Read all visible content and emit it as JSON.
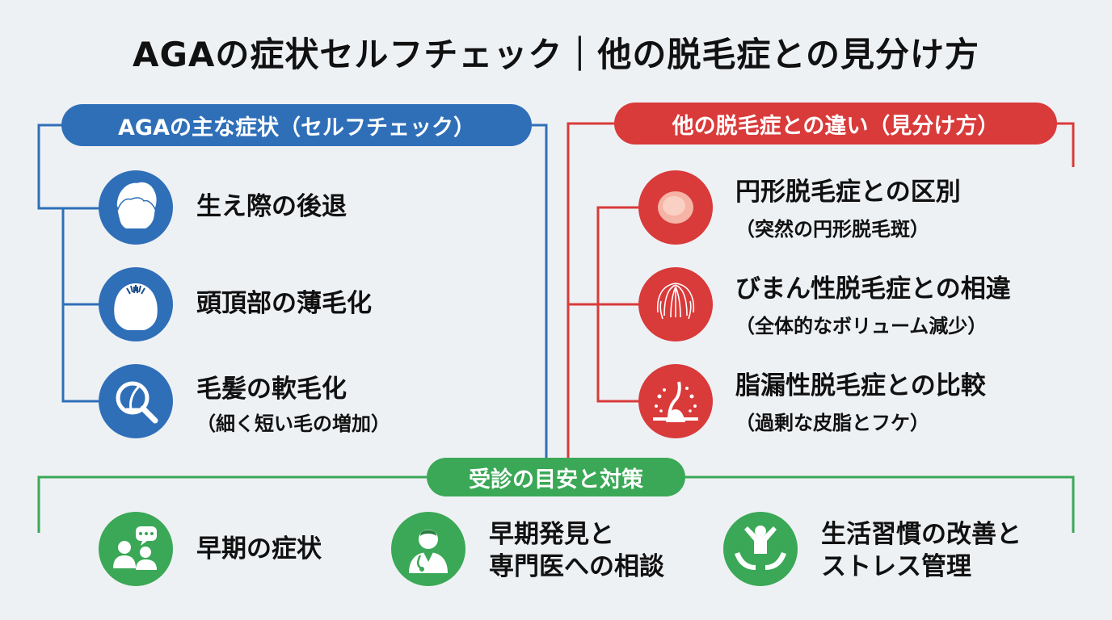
{
  "title": "AGAの症状セルフチェック｜他の脱毛症との見分け方",
  "left_section": {
    "heading": "AGAの主な症状（セルフチェック）",
    "items": [
      {
        "label": "生え際の後退",
        "icon": "hair-head-icon"
      },
      {
        "label": "頭頂部の薄毛化",
        "icon": "crown-thinning-icon"
      },
      {
        "label": "毛髪の軟毛化",
        "sub": "（細く短い毛の増加）",
        "icon": "magnifier-hair-icon"
      }
    ]
  },
  "right_section": {
    "heading": "他の脱毛症との違い（見分け方）",
    "items": [
      {
        "label": "円形脱毛症との区別",
        "sub": "（突然の円形脱毛斑）",
        "icon": "bald-patch-icon"
      },
      {
        "label": "びまん性脱毛症との相違",
        "sub": "（全体的なボリューム減少）",
        "icon": "diffuse-hair-icon"
      },
      {
        "label": "脂漏性脱毛症との比較",
        "sub": "（過剰な皮脂とフケ）",
        "icon": "sebum-follicle-icon"
      }
    ]
  },
  "bottom_section": {
    "heading": "受診の目安と対策",
    "items": [
      {
        "label": "早期の症状",
        "icon": "consultation-chat-icon"
      },
      {
        "label_line1": "早期発見と",
        "label_line2": "専門医への相談",
        "icon": "doctor-icon"
      },
      {
        "label_line1": "生活習慣の改善と",
        "label_line2": "ストレス管理",
        "icon": "wellbeing-hands-icon"
      }
    ]
  },
  "colors": {
    "blue": "#2f6fb8",
    "red": "#d93a3a",
    "green": "#3aa856",
    "background": "#eef1f4"
  }
}
